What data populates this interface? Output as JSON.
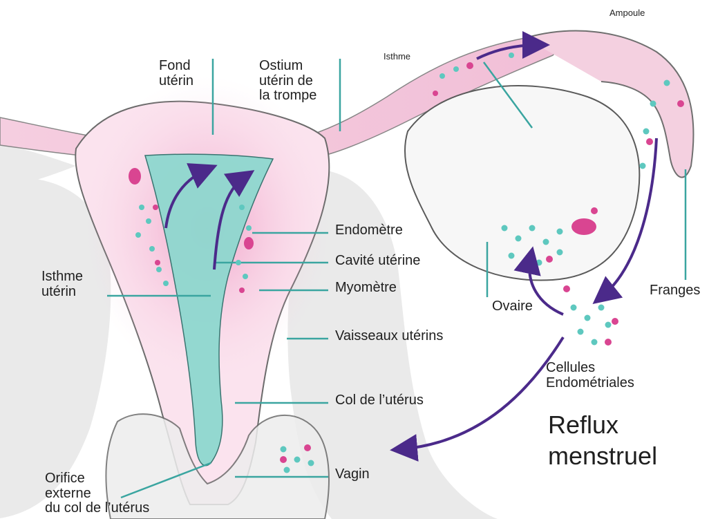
{
  "colors": {
    "leader_line": "#3aa5a0",
    "arrow": "#4b2a8a",
    "tissue_pink": "#f3c6dc",
    "tissue_magenta": "#d94591",
    "cavity_teal": "#7fd4c9",
    "cell_teal": "#5ec8bf",
    "pencil": "#9a9a9a"
  },
  "labels": {
    "fond_uterin": "Fond\nutérin",
    "ostium": "Ostium\nutérin de\nla trompe",
    "isthme": "Isthme",
    "ampoule": "Ampoule",
    "endometre": "Endomètre",
    "cavite_uterine": "Cavité utérine",
    "myometre": "Myomètre",
    "isthme_uterin": "Isthme\nutérin",
    "vaisseaux_uterins": "Vaisseaux utérins",
    "col_uterus": "Col de l’utérus",
    "vagin": "Vagin",
    "orifice_externe": "Orifice\nexterne\ndu col de l’utérus",
    "ovaire": "Ovaire",
    "franges": "Franges",
    "cellules_endometriales": "Cellules\nEndométriales",
    "reflux_menstruel": "Reflux\nmenstruel"
  }
}
